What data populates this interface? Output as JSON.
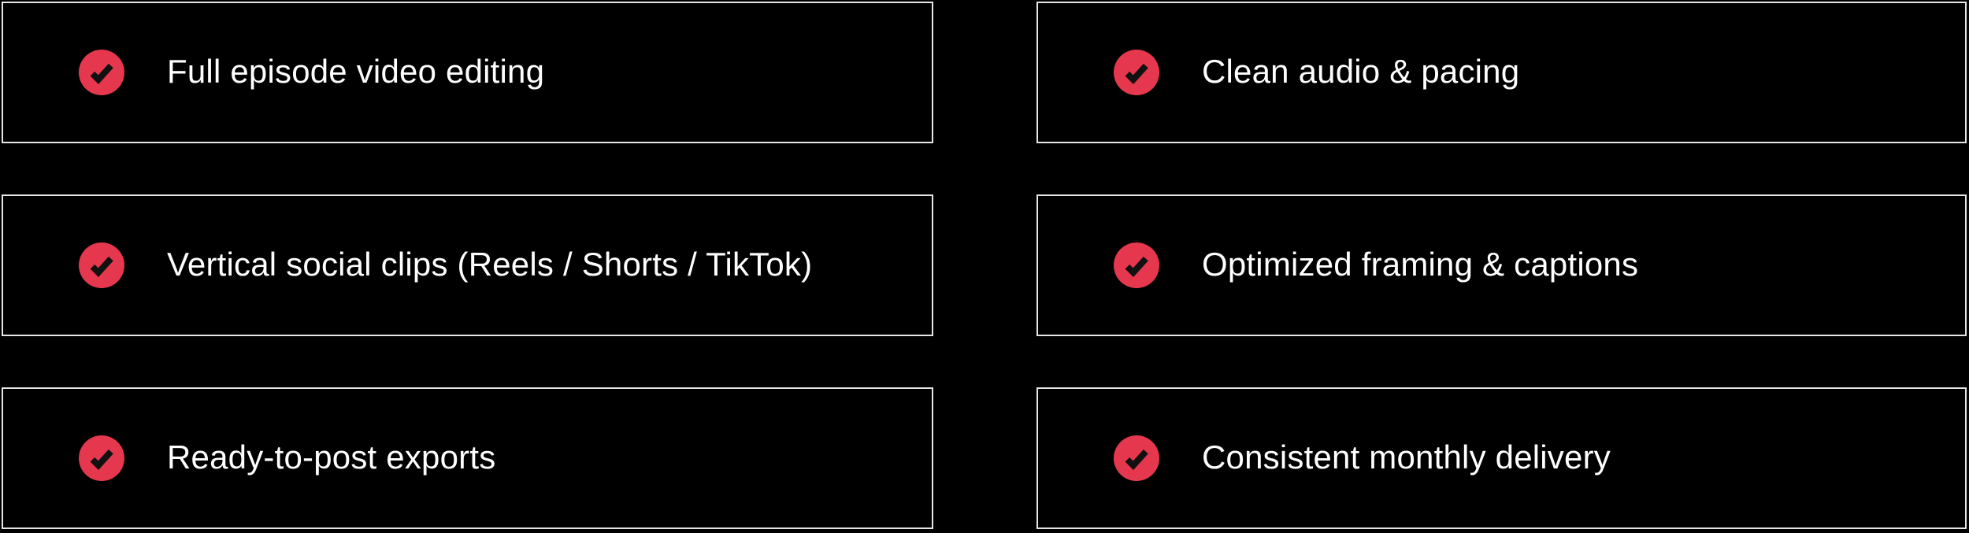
{
  "colors": {
    "page_background": "#000000",
    "card_background": "#000000",
    "card_border": "#e6e6e6",
    "badge_red": "#e5384e",
    "check_glyph": "#111111",
    "text": "#ffffff"
  },
  "features": [
    {
      "icon": "check-circle-icon",
      "label": "Full episode video editing"
    },
    {
      "icon": "check-circle-icon",
      "label": "Clean audio & pacing"
    },
    {
      "icon": "check-circle-icon",
      "label": "Vertical social clips (Reels / Shorts / TikTok)"
    },
    {
      "icon": "check-circle-icon",
      "label": "Optimized framing & captions"
    },
    {
      "icon": "check-circle-icon",
      "label": "Ready-to-post exports"
    },
    {
      "icon": "check-circle-icon",
      "label": "Consistent monthly delivery"
    }
  ]
}
